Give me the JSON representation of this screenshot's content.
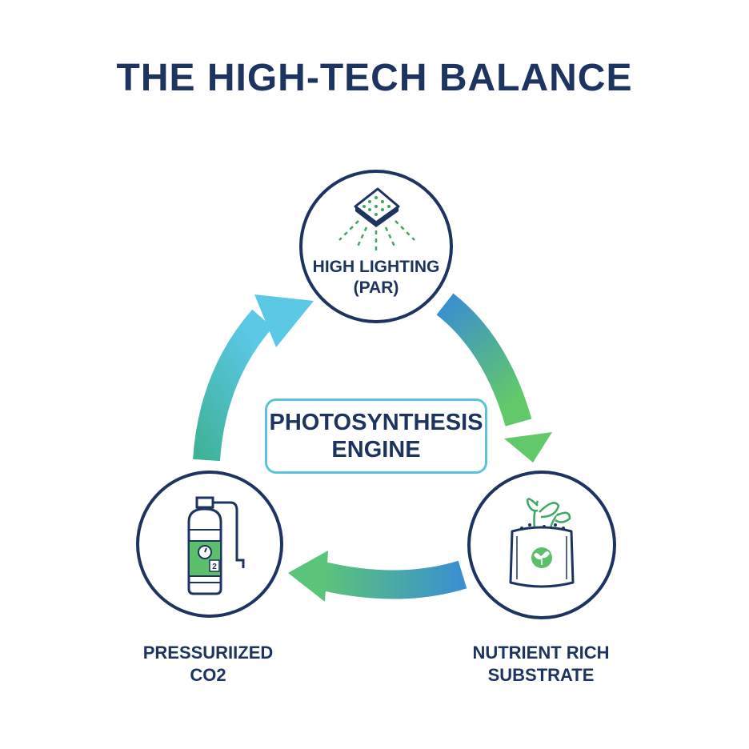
{
  "title": "THE HIGH-TECH BALANCE",
  "center": {
    "line1": "PHOTOSYNTHESIS",
    "line2": "ENGINE"
  },
  "nodes": {
    "lighting": {
      "line1": "HIGH LIGHTING",
      "line2": "(PAR)",
      "icon": "grow-light-icon"
    },
    "co2": {
      "line1": "PRESSURIIZED",
      "line2": "CO2",
      "icon": "co2-tank-icon",
      "badge": "2"
    },
    "substrate": {
      "line1": "NUTRIENT RICH",
      "line2": "SUBSTRATE",
      "icon": "soil-bag-icon"
    }
  },
  "colors": {
    "navy": "#1d3461",
    "teal": "#3fb6c9",
    "blue": "#3a8fd0",
    "green": "#58c472",
    "sky": "#5bc4d9"
  }
}
